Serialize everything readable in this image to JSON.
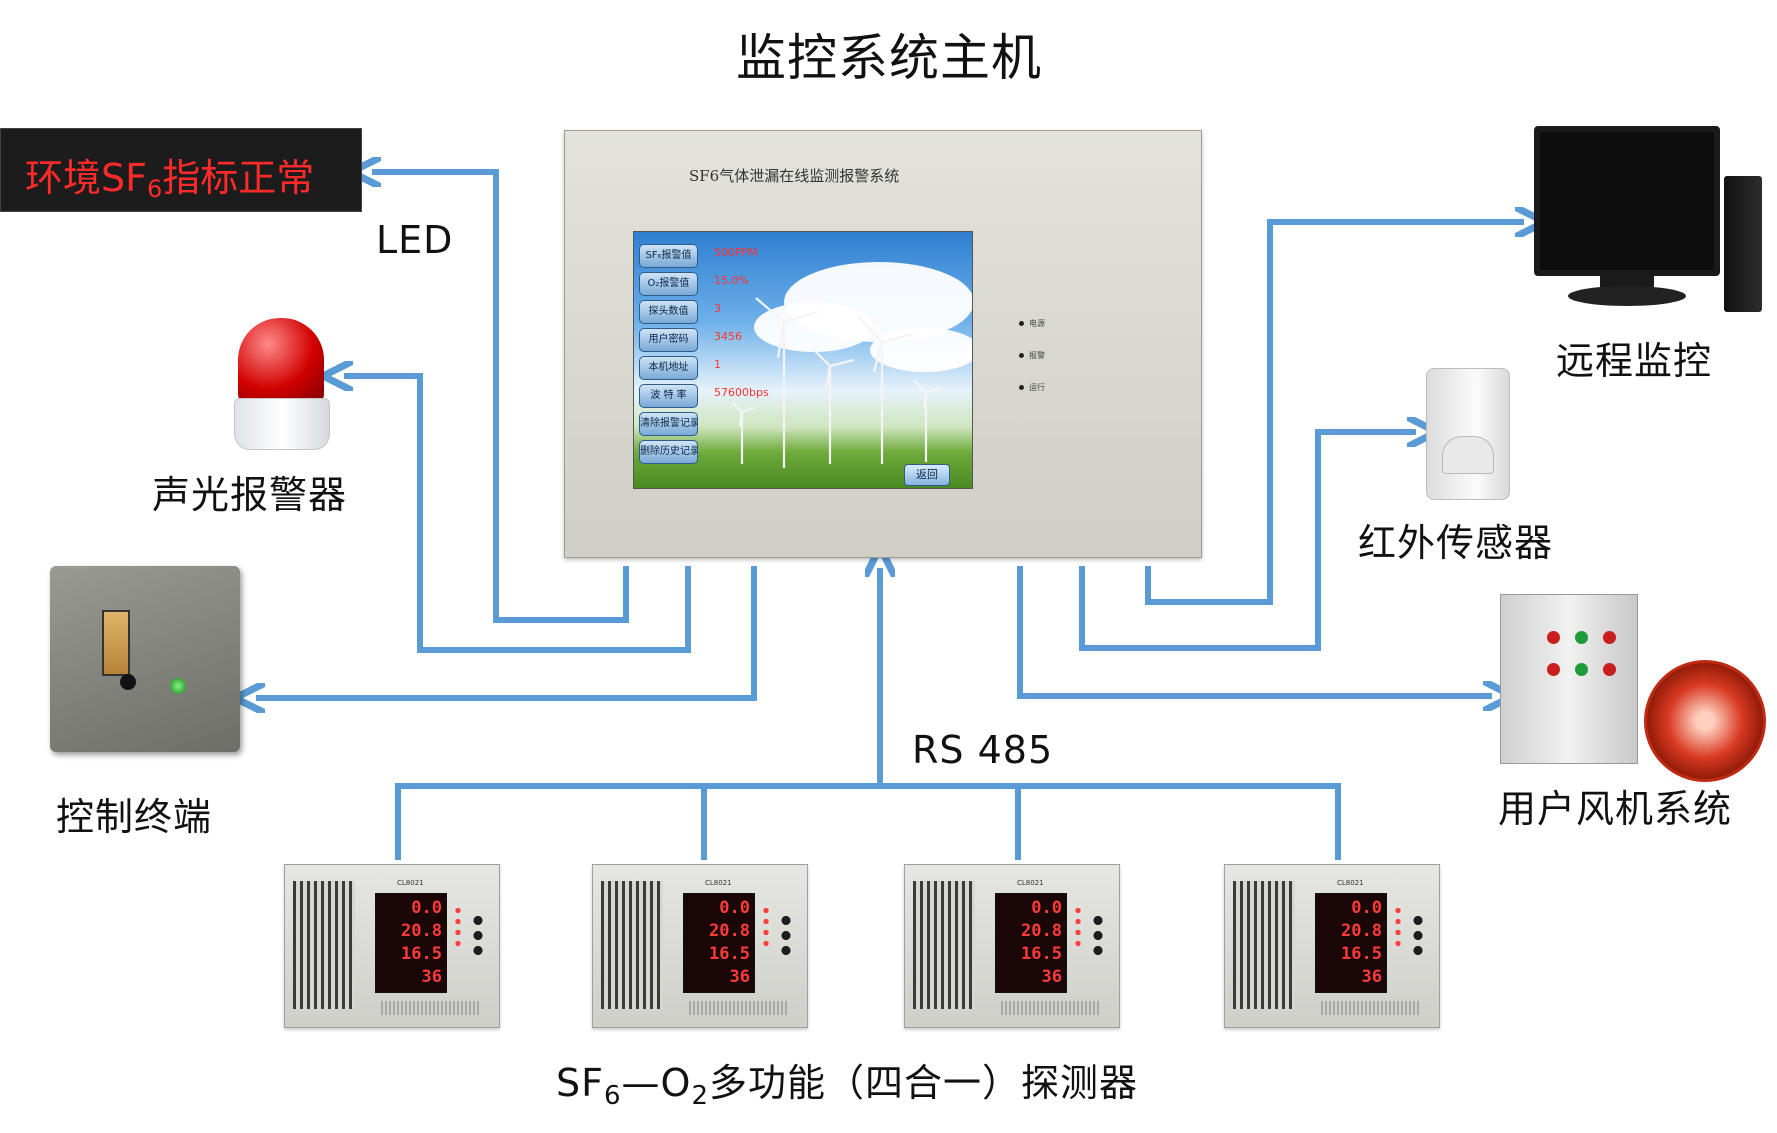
{
  "title": "监控系统主机",
  "led": {
    "sign_text_prefix": "环境SF",
    "sign_text_sub": "6",
    "sign_text_suffix": "指标正常",
    "sign_color": "#ff2a2a",
    "label": "LED"
  },
  "alarm": {
    "label": "声光报警器"
  },
  "control_terminal": {
    "label": "控制终端"
  },
  "remote": {
    "label": "远程监控"
  },
  "infrared": {
    "label": "红外传感器"
  },
  "fan_system": {
    "label": "用户风机系统"
  },
  "bus": {
    "label": "RS 485"
  },
  "wire_color": "#5b9bd5",
  "host": {
    "device_title": "SF6气体泄漏在线监测报警系统",
    "menu": [
      {
        "label": "SF₆报警值",
        "value": "500PPM"
      },
      {
        "label": "O₂报警值",
        "value": "15.0%"
      },
      {
        "label": "探头数值",
        "value": "3"
      },
      {
        "label": "用户密码",
        "value": "3456"
      },
      {
        "label": "本机地址",
        "value": "1"
      },
      {
        "label": "波 特 率",
        "value": "57600bps"
      },
      {
        "label": "清除报警记录",
        "value": ""
      },
      {
        "label": "删除历史记录",
        "value": ""
      }
    ],
    "back_button": "返回",
    "indicators": [
      "电源",
      "报警",
      "运行"
    ]
  },
  "detectors": {
    "model": "CL8021",
    "readings": [
      "0.0",
      "20.8",
      "16.5",
      "36"
    ],
    "count": 4
  },
  "detector_caption": {
    "part1": "SF",
    "sub1": "6",
    "part2": "—O",
    "sub2": "2",
    "part3": "多功能（四合一）探测器"
  }
}
